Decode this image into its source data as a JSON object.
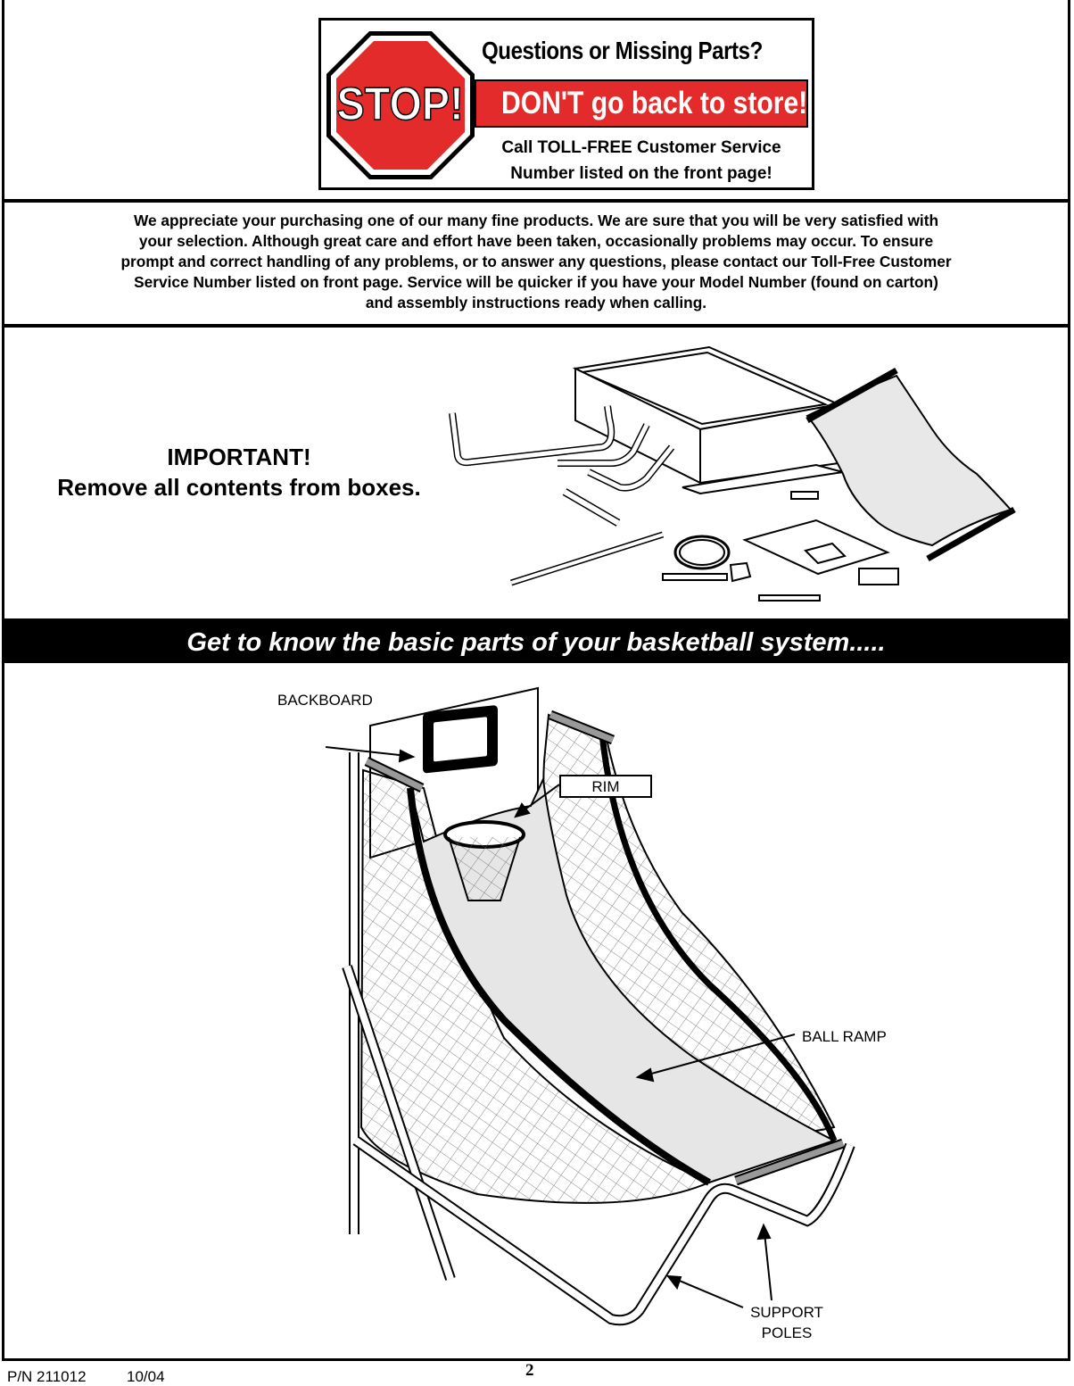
{
  "stop_banner": {
    "sign_text": "STOP!",
    "title": "Questions or Missing Parts?",
    "highlight": "DON'T go back to store!",
    "call_line1": "Call TOLL-FREE Customer Service",
    "call_line2": "Number listed on the front page!",
    "colors": {
      "red": "#e32b2b",
      "text_on_red": "#ffffff"
    }
  },
  "note": {
    "lines": [
      "We appreciate your purchasing one of our many fine products.  We are sure that you will be very satisfied with",
      "your selection.  Although great care and effort have been taken, occasionally problems may occur.  To ensure",
      "prompt and correct handling of any problems, or to answer any questions, please contact our Toll-Free Customer",
      "Service Number listed on front page.  Service will be quicker if you have your Model Number (found on carton)",
      "and assembly instructions ready when calling."
    ]
  },
  "important": {
    "title": "IMPORTANT!",
    "text": "Remove all contents from boxes."
  },
  "parts": {
    "header": "Get to know the basic parts of your basketball system.....",
    "labels": {
      "backboard": "BACKBOARD",
      "rim": "RIM",
      "ball_ramp": "BALL RAMP",
      "support_line1": "SUPPORT",
      "support_line2": "POLES"
    }
  },
  "footer": {
    "part_number": "P/N 211012",
    "date": "10/04",
    "page_number": "2"
  }
}
